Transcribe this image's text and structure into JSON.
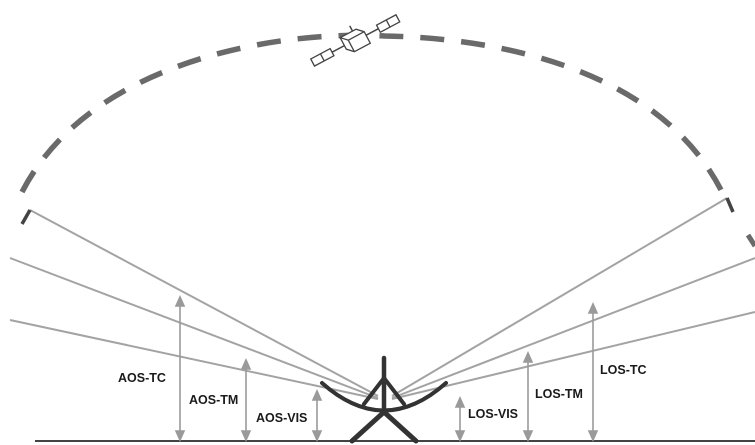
{
  "labels": {
    "aos_tc": "AOS-TC",
    "aos_tm": "AOS-TM",
    "aos_vis": "AOS-VIS",
    "los_vis": "LOS-VIS",
    "los_tm": "LOS-TM",
    "los_tc": "LOS-TC"
  },
  "colors": {
    "orbit": "#6a6a6a",
    "sight_lines": "#a3a3a3",
    "arrows": "#9a9a9a",
    "antenna": "#333333",
    "ground": "#444444",
    "text": "#1a1a1a"
  }
}
